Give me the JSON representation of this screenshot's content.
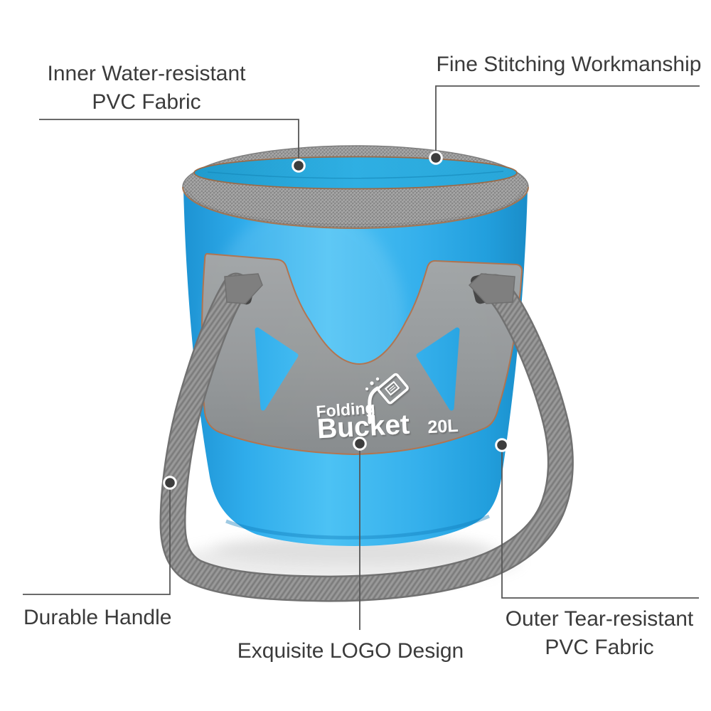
{
  "callouts": {
    "inner_pvc": {
      "line1": "Inner Water-resistant",
      "line2": "PVC Fabric"
    },
    "stitching": {
      "label": "Fine Stitching Workmanship"
    },
    "handle": {
      "label": "Durable Handle"
    },
    "logo": {
      "label": "Exquisite LOGO Design"
    },
    "outer_pvc": {
      "line1": "Outer Tear-resistant",
      "line2": "PVC Fabric"
    }
  },
  "product": {
    "brand_line1": "Folding",
    "brand_line2": "Bucket",
    "capacity_label": "20L"
  },
  "colors": {
    "bucket_blue": "#29a9e9",
    "bucket_blue_light": "#4cc2f4",
    "bucket_blue_dark": "#1f97d8",
    "inner_blue": "#2aabdf",
    "rim_gray": "#9a9a9a",
    "panel_gray": "#9b9b9b",
    "strap_gray": "#8f8f8f",
    "panel_trim_brown": "#b5734c",
    "label_text": "#3b3b3b",
    "leader_line": "#565656",
    "dot_fill": "#3d3d3d",
    "logo_white": "#ffffff"
  }
}
